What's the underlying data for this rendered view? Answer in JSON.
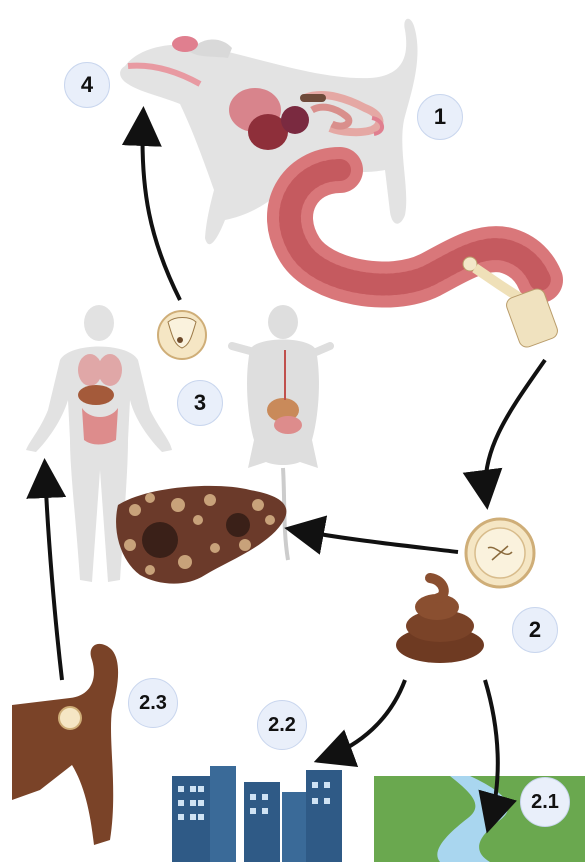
{
  "steps": {
    "s1": "1",
    "s2": "2",
    "s2_1": "2.1",
    "s2_2": "2.2",
    "s2_3": "2.3",
    "s3": "3",
    "s4": "4"
  },
  "colors": {
    "dog_body": "#e6e6e6",
    "intestine": "#d9777a",
    "intestine_inner": "#c55a5f",
    "egg": "#f5e6c4",
    "feces": "#7a4328",
    "liver": "#6b3a2a",
    "cyst": "#c8a27a",
    "badge_fill": "#e9effa",
    "arrow": "#111111",
    "building": "#2f5a86",
    "grass": "#6aa84f",
    "water": "#a9d6ef"
  },
  "icons": [
    "dog-host-icon",
    "intestine-icon",
    "tapeworm-icon",
    "egg-icon",
    "feces-icon",
    "human-host-icon",
    "rodent-host-icon",
    "liver-cysts-icon",
    "protoscolex-icon",
    "city-buildings-icon",
    "river-landscape-icon",
    "dog-tail-icon"
  ]
}
